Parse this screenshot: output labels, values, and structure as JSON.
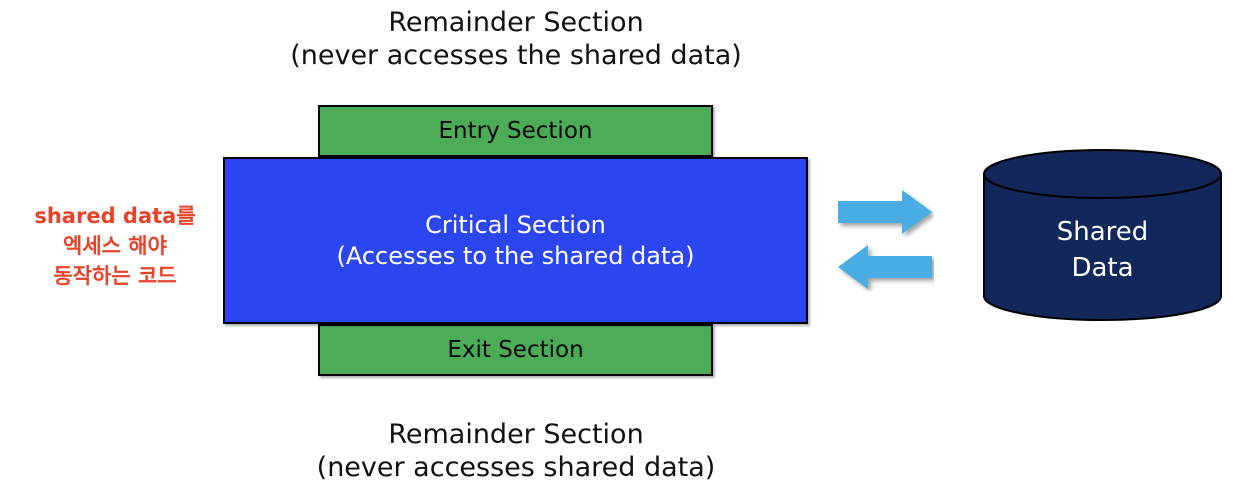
{
  "diagram": {
    "title_semantic": "critical-section-diagram",
    "top_label": {
      "line1": "Remainder Section",
      "line2": "(never accesses the shared data)"
    },
    "entry_section": {
      "label": "Entry Section"
    },
    "critical_section": {
      "line1": "Critical Section",
      "line2": "(Accesses to the shared data)"
    },
    "exit_section": {
      "label": "Exit Section"
    },
    "bottom_label": {
      "line1": "Remainder Section",
      "line2": "(never accesses shared data)"
    },
    "side_note": {
      "line1": "shared data를",
      "line2": "엑세스 해야",
      "line3": "동작하는 코드"
    },
    "shared_data": {
      "line1": "Shared",
      "line2": "Data"
    },
    "icons": {
      "arrow_right": "arrow-right-icon",
      "arrow_left": "arrow-left-icon",
      "database": "database-cylinder-icon"
    },
    "colors": {
      "section_green": "#4cab57",
      "critical_blue": "#2b45f0",
      "database_navy": "#12275a",
      "arrow_blue": "#49ace3",
      "note_red": "#e8432a"
    }
  }
}
